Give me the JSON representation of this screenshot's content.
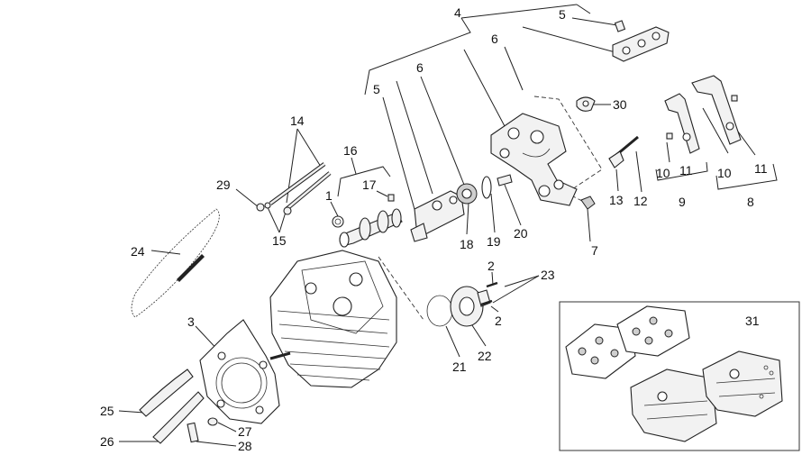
{
  "labels": {
    "l1": "1",
    "l2a": "2",
    "l2b": "2",
    "l3": "3",
    "l4": "4",
    "l5a": "5",
    "l5b": "5",
    "l6a": "6",
    "l6b": "6",
    "l7": "7",
    "l8": "8",
    "l9": "9",
    "l10a": "10",
    "l10b": "10",
    "l11a": "11",
    "l11b": "11",
    "l12": "12",
    "l13": "13",
    "l14": "14",
    "l15": "15",
    "l16": "16",
    "l17": "17",
    "l18": "18",
    "l19": "19",
    "l20": "20",
    "l21": "21",
    "l22": "22",
    "l23": "23",
    "l24": "24",
    "l25": "25",
    "l26": "26",
    "l27": "27",
    "l28": "28",
    "l29": "29",
    "l30": "30",
    "l31": "31"
  }
}
